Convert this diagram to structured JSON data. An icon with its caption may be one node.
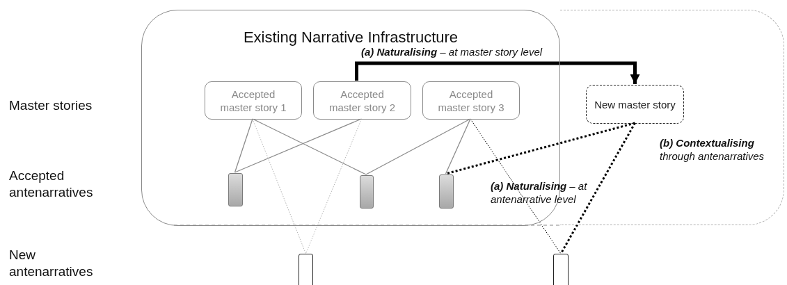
{
  "diagram": {
    "nodes": [
      {
        "text": [
          "Existing Narrative Infrastructure"
        ]
      },
      {
        "text": [],
        "shape": "box"
      },
      {
        "text": [
          "Accepted master story 1"
        ],
        "in": 0
      },
      {
        "text": [
          "Accepted master story 2"
        ],
        "in": 0
      },
      {
        "text": [
          "Accepted master story 3"
        ],
        "in": 0
      },
      {
        "text": [
          "New master story"
        ],
        "in": 1
      },
      {
        "text": [],
        "shape": "box",
        "in": 0
      },
      {
        "text": [],
        "shape": "box",
        "in": 0
      },
      {
        "text": [],
        "shape": "box",
        "in": 0
      },
      {
        "text": [],
        "shape": "box"
      },
      {
        "text": [],
        "shape": "box"
      }
    ],
    "edges": [
      {
        "from": 3,
        "to": 5,
        "arrow": "to",
        "label": "**(a) Naturalising** – at master story level",
        "style": "thick",
        "color": "#000000"
      },
      {
        "from": 2,
        "to": 6,
        "arrow": "none"
      },
      {
        "from": 2,
        "to": 7,
        "arrow": "none"
      },
      {
        "from": 3,
        "to": 6,
        "arrow": "none"
      },
      {
        "from": 4,
        "to": 7,
        "arrow": "none"
      },
      {
        "from": 4,
        "to": 8,
        "arrow": "none"
      },
      {
        "from": 2,
        "to": 9,
        "arrow": "none",
        "style": "dashed",
        "color": "#b5b5b5"
      },
      {
        "from": 3,
        "to": 9,
        "arrow": "none",
        "style": "dashed",
        "color": "#b5b5b5"
      },
      {
        "from": 4,
        "to": 10,
        "arrow": "none",
        "style": "dashed",
        "color": "#000000"
      },
      {
        "from": 5,
        "to": 8,
        "arrow": "none",
        "style": "dashed",
        "color": "#000000"
      },
      {
        "from": 5,
        "to": 10,
        "arrow": "none",
        "style": "dashed",
        "color": "#000000"
      }
    ],
    "labels": [
      "Master stories",
      "Accepted antenarratives",
      "New antenarratives",
      "**(b) Contextualising** through antenarratives",
      "**(a) Naturalising** – at antenarrative level"
    ]
  }
}
